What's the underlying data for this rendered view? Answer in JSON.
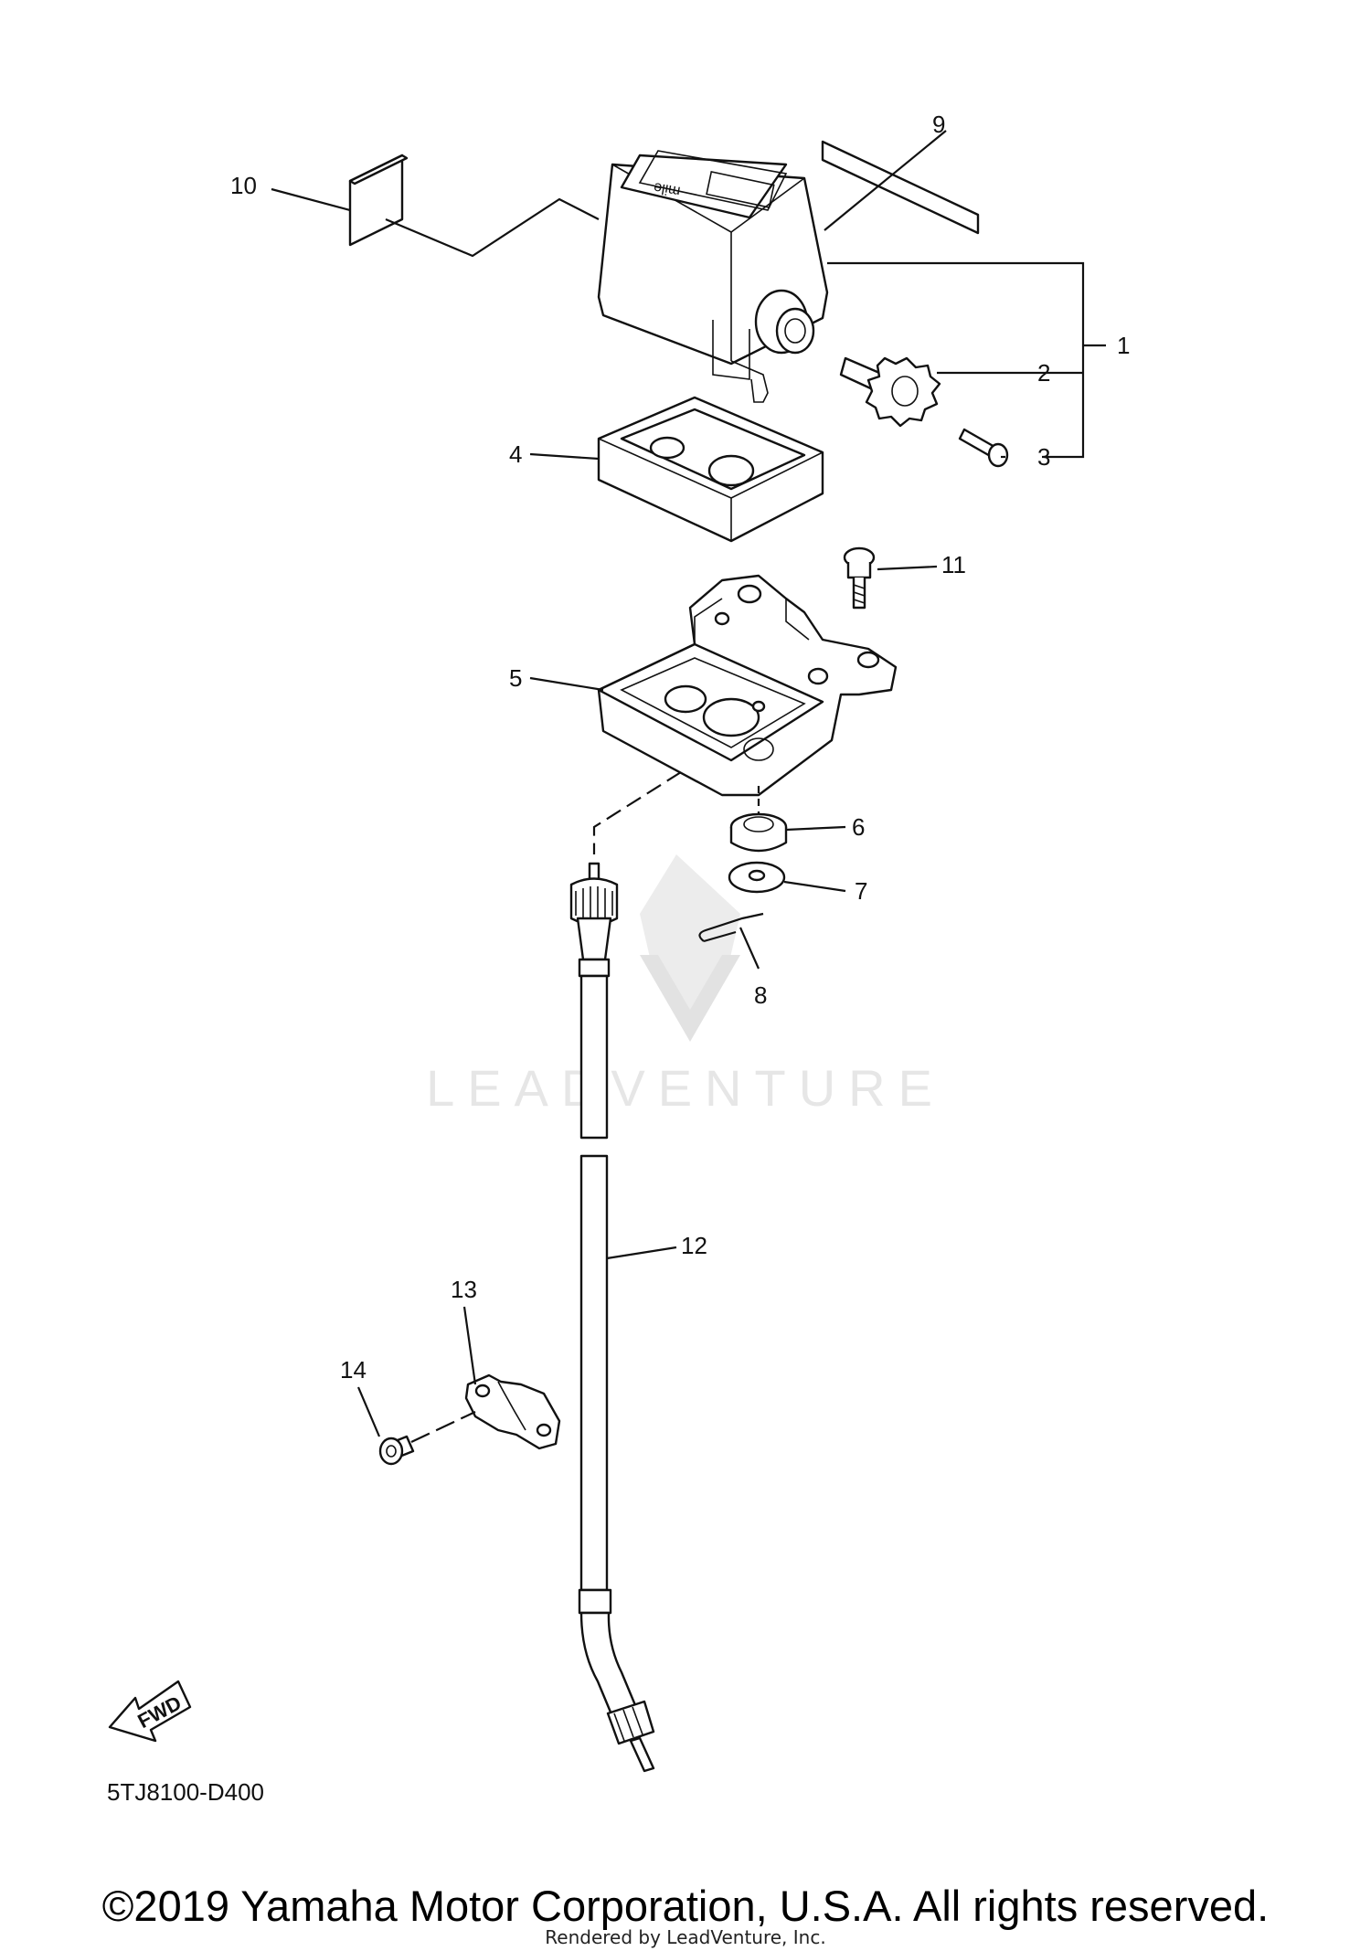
{
  "diagram": {
    "callouts": [
      {
        "id": "c1",
        "text": "1"
      },
      {
        "id": "c2",
        "text": "2"
      },
      {
        "id": "c3",
        "text": "3"
      },
      {
        "id": "c4",
        "text": "4"
      },
      {
        "id": "c5",
        "text": "5"
      },
      {
        "id": "c6",
        "text": "6"
      },
      {
        "id": "c7",
        "text": "7"
      },
      {
        "id": "c8",
        "text": "8"
      },
      {
        "id": "c9",
        "text": "9"
      },
      {
        "id": "c10",
        "text": "10"
      },
      {
        "id": "c11",
        "text": "11"
      },
      {
        "id": "c12",
        "text": "12"
      },
      {
        "id": "c13",
        "text": "13"
      },
      {
        "id": "c14",
        "text": "14"
      }
    ],
    "meter_face_text": "mile",
    "fwd_label": "FWD",
    "diagram_code": "5TJ8100-D400",
    "watermark": "LEADVENTURE"
  },
  "footer": {
    "copyright": "©2019 Yamaha Motor Corporation, U.S.A. All rights reserved.",
    "rendered_by": "Rendered by LeadVenture, Inc."
  }
}
